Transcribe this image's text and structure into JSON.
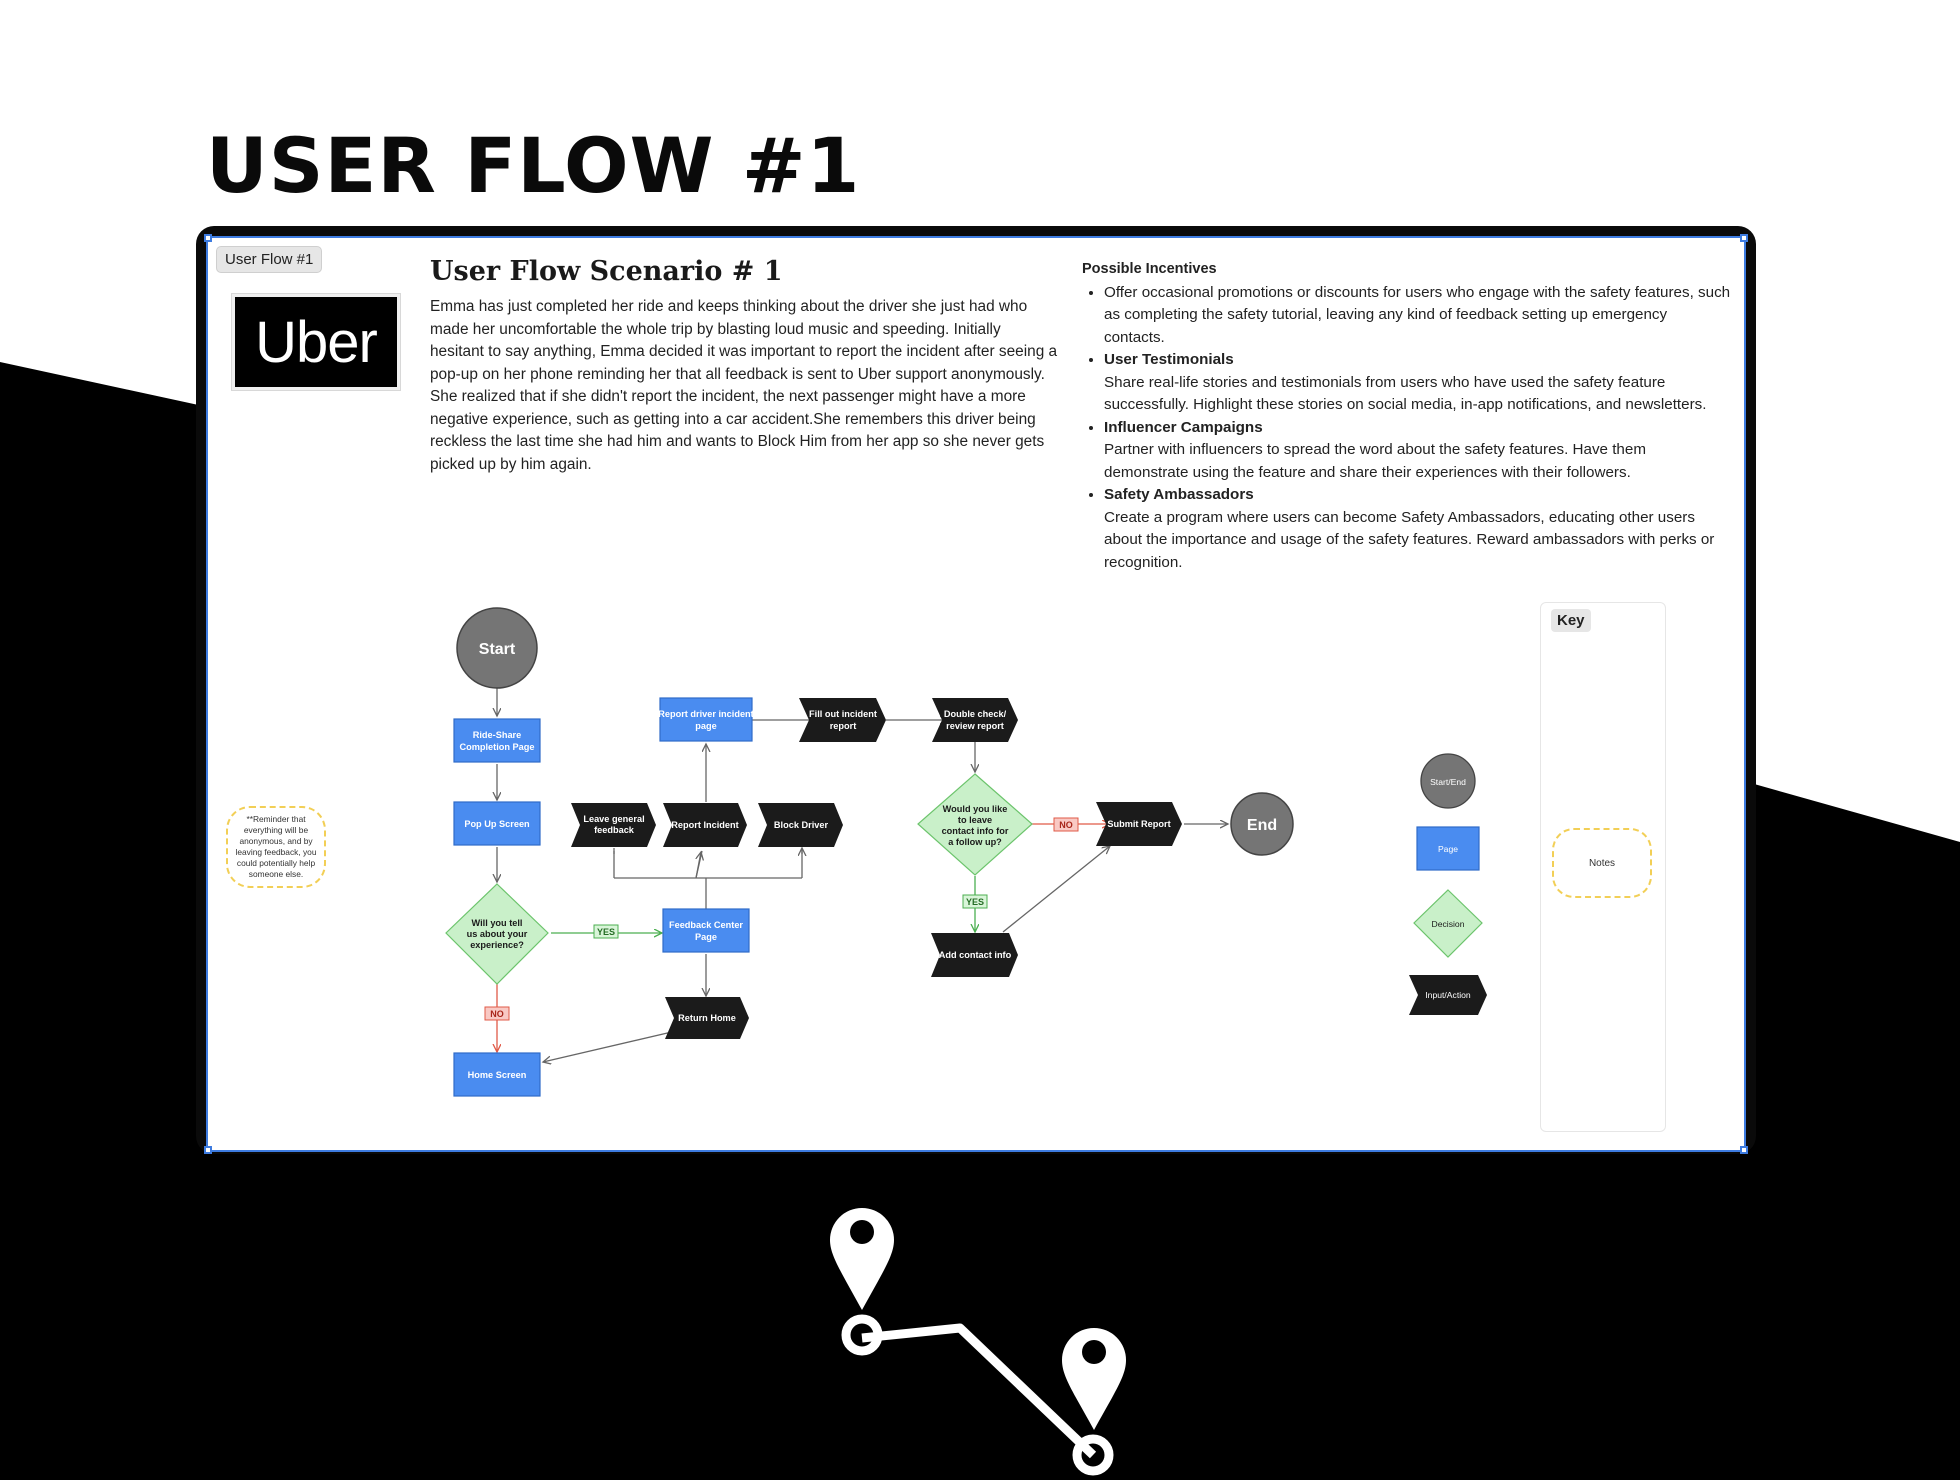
{
  "page_title": "USER FLOW #1",
  "frame_tag": "User Flow #1",
  "logo_text": "Uber",
  "scenario": {
    "title": "User Flow Scenario # 1",
    "text": "Emma has just completed her ride and keeps thinking about the driver she just had who made her uncomfortable the whole trip by blasting loud music and speeding. Initially hesitant to say anything, Emma decided it was important to report the incident after seeing a pop-up on her phone reminding her that all feedback is sent to Uber support anonymously. She realized that if she didn't report the incident, the next passenger might have a more negative experience, such as getting into a car accident.She remembers this driver being reckless the last time she had him and wants to Block Him from her app so she never gets picked up by him again."
  },
  "incentives": {
    "title": "Possible Incentives",
    "items": [
      {
        "head": "",
        "body": "Offer occasional promotions or discounts for users who engage with the safety features, such as completing the safety tutorial, leaving any kind of feedback setting up emergency contacts."
      },
      {
        "head": "User Testimonials",
        "body": "Share real-life stories and testimonials from users who have used the safety feature successfully. Highlight these stories on social media, in-app notifications, and newsletters."
      },
      {
        "head": "Influencer Campaigns",
        "body": "Partner with influencers to spread the word about the safety features. Have them demonstrate using the feature and share their experiences with their followers."
      },
      {
        "head": "Safety Ambassadors",
        "body": "Create a program where users can become Safety Ambassadors, educating other users about the importance and usage of the safety features. Reward ambassadors with perks or recognition."
      }
    ]
  },
  "flow": {
    "start": "Start",
    "ride_share_1": "Ride-Share",
    "ride_share_2": "Completion Page",
    "pop_up": "Pop Up Screen",
    "decision_tell_1": "Will you tell",
    "decision_tell_2": "us about your",
    "decision_tell_3": "experience?",
    "home_screen": "Home Screen",
    "feedback_center_1": "Feedback Center",
    "feedback_center_2": "Page",
    "return_home": "Return Home",
    "leave_feedback_1": "Leave general",
    "leave_feedback_2": "feedback",
    "report_incident": "Report Incident",
    "block_driver": "Block Driver",
    "report_page_1": "Report driver incident",
    "report_page_2": "page",
    "fill_out_1": "Fill out incident",
    "fill_out_2": "report",
    "double_check_1": "Double check/",
    "double_check_2": "review report",
    "decision_contact_1": "Would you like",
    "decision_contact_2": "to leave",
    "decision_contact_3": "contact info for",
    "decision_contact_4": "a follow up?",
    "submit_report": "Submit Report",
    "add_contact": "Add contact info",
    "end": "End",
    "yes": "YES",
    "no": "NO",
    "note": "**Reminder that everything will be anonymous, and by leaving feedback, you could potentially help someone else."
  },
  "key": {
    "title": "Key",
    "start_end": "Start/End",
    "page": "Page",
    "decision": "Decision",
    "input_action": "Input/Action",
    "notes": "Notes"
  },
  "colors": {
    "page_blue": "#4a8cf0",
    "decision_green": "#c9f0c9",
    "terminal_gray": "#757575",
    "action_black": "#1b1b1b",
    "yes_green": "#d9f5d9",
    "no_red": "#f9c9c4",
    "note_yellow": "#f2cf56"
  }
}
